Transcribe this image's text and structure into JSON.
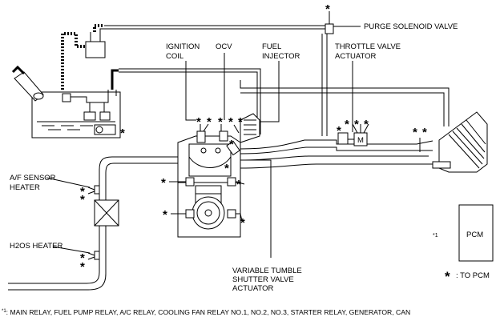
{
  "labels": {
    "purge_solenoid_valve": "PURGE SOLENOID VALVE",
    "ignition_coil_1": "IGNITION",
    "ignition_coil_2": "COIL",
    "ocv": "OCV",
    "fuel_injector_1": "FUEL",
    "fuel_injector_2": "INJECTOR",
    "throttle_valve_1": "THROTTLE VALVE",
    "throttle_valve_2": "ACTUATOR",
    "af_sensor_1": "A/F SENSOR",
    "af_sensor_2": "HEATER",
    "h2os_heater": "H2OS HEATER",
    "vts_1": "VARIABLE TUMBLE",
    "vts_2": "SHUTTER VALVE",
    "vts_3": "ACTUATOR",
    "pcm": "PCM",
    "pcm_note_marker": "*1",
    "throttle_motor": "M"
  },
  "legend": {
    "asterisk": "*",
    "to_pcm": ": TO PCM"
  },
  "footnote": {
    "marker": "*1",
    "text": ": MAIN RELAY, FUEL PUMP RELAY, A/C RELAY, COOLING FAN RELAY NO.1, NO.2, NO.3, STARTER RELAY, GENERATOR, CAN"
  },
  "connection_marker": "*"
}
